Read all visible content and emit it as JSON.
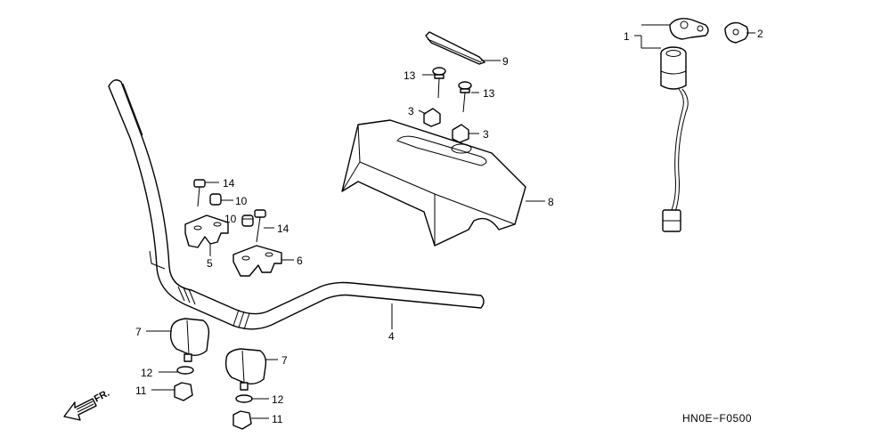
{
  "diagram": {
    "code": "HN0E−F0500",
    "direction_label": "FR.",
    "callouts": {
      "c1": "1",
      "c2": "2",
      "c3a": "3",
      "c3b": "3",
      "c4": "4",
      "c5": "5",
      "c6": "6",
      "c7a": "7",
      "c7b": "7",
      "c8": "8",
      "c9": "9",
      "c10a": "10",
      "c10b": "10",
      "c11a": "11",
      "c11b": "11",
      "c12a": "12",
      "c12b": "12",
      "c13a": "13",
      "c13b": "13",
      "c14a": "14",
      "c14b": "14"
    }
  }
}
